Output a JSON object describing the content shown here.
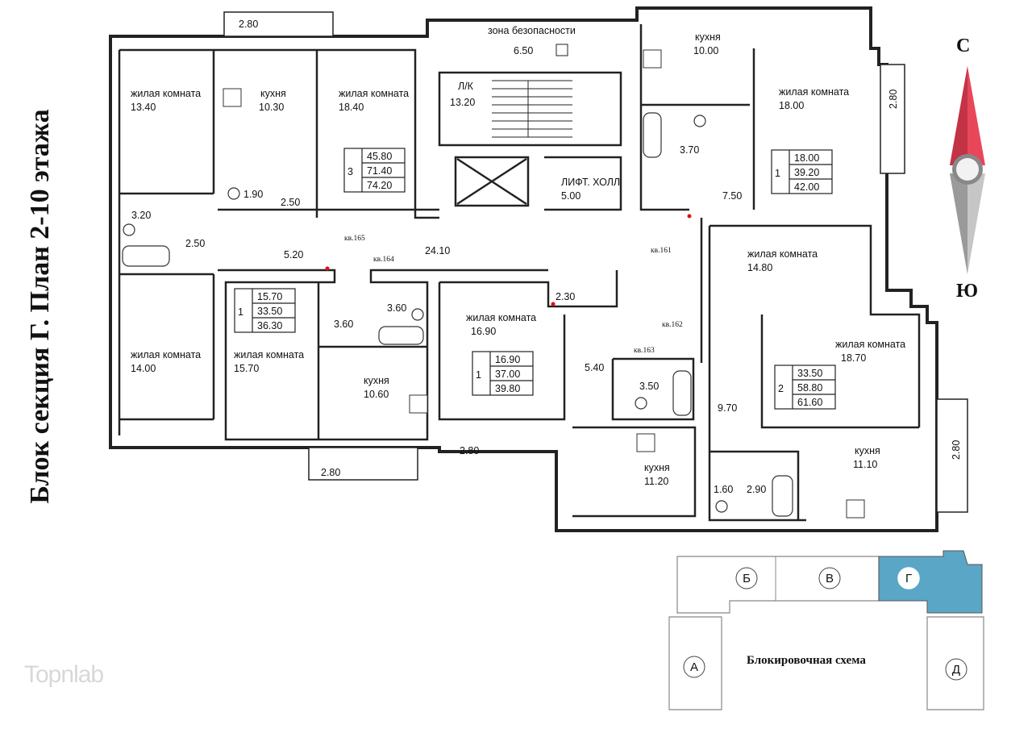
{
  "title": "Блок секция Г. План 2-10 этажа",
  "compass": {
    "north": "С",
    "south": "Ю"
  },
  "watermark": "Topnlab",
  "zone": "зона безопасности",
  "stair": {
    "label": "Л/К",
    "area": "13.20"
  },
  "lift_hall": {
    "label": "ЛИФТ. ХОЛЛ",
    "area": "5.00"
  },
  "room_labels": {
    "living": "жилая комната",
    "kitchen": "кухня"
  },
  "rooms": {
    "l1": "13.40",
    "k1": "10.30",
    "l2": "18.40",
    "b190": "1.90",
    "c250a": "2.50",
    "b320": "3.20",
    "c250b": "2.50",
    "c520": "5.20",
    "corr": "24.10",
    "l3": "14.00",
    "l4": "15.70",
    "c360a": "3.60",
    "b360": "3.60",
    "k2": "10.60",
    "l5": "16.90",
    "c230": "2.30",
    "c540": "5.40",
    "b350": "3.50",
    "k3": "11.20",
    "k4": "10.00",
    "l6": "18.00",
    "b370": "3.70",
    "c750": "7.50",
    "l7": "14.80",
    "l8": "18.70",
    "c970": "9.70",
    "k5": "11.10",
    "b160": "1.60",
    "b290": "2.90",
    "zone_area": "6.50"
  },
  "balconies": {
    "top": "2.80",
    "bottom_left": "2.80",
    "bottom_mid": "2.80",
    "right_top": "2.80",
    "right_bottom": "2.80"
  },
  "apartments": [
    {
      "rooms": "3",
      "living": "45.80",
      "total": "71.40",
      "full": "74.20"
    },
    {
      "rooms": "1",
      "living": "15.70",
      "total": "33.50",
      "full": "36.30"
    },
    {
      "rooms": "1",
      "living": "16.90",
      "total": "37.00",
      "full": "39.80"
    },
    {
      "rooms": "1",
      "living": "18.00",
      "total": "39.20",
      "full": "42.00"
    },
    {
      "rooms": "2",
      "living": "33.50",
      "total": "58.80",
      "full": "61.60"
    }
  ],
  "apt_numbers": {
    "a165": "кв.165",
    "a164": "кв.164",
    "a163": "кв.163",
    "a162": "кв.162",
    "a161": "кв.161"
  },
  "schema": {
    "title": "Блокировочная схема",
    "sections": [
      "А",
      "Б",
      "В",
      "Г",
      "Д"
    ],
    "highlight_color": "#5aa6c6"
  }
}
